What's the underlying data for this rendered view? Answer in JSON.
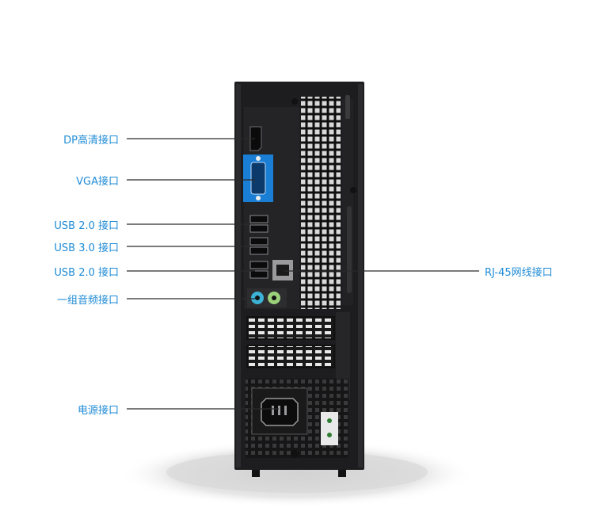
{
  "labels": {
    "dp": "DP高清接口",
    "vga": "VGA接口",
    "usb20_top": "USB 2.0 接口",
    "usb30": "USB 3.0 接口",
    "usb20_bottom": "USB 2.0 接口",
    "audio": "一组音频接口",
    "power": "电源接口",
    "rj45": "RJ-45网线接口"
  },
  "colors": {
    "label": "#1f8bd6",
    "leader_line": "#2a2a2a",
    "case": "#1d1d1f",
    "vga_blue": "#1a7fd4",
    "audio_blue": "#3bb2d6",
    "audio_green": "#9bd17a"
  }
}
